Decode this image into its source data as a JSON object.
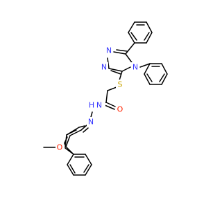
{
  "colors": {
    "bond": "#000000",
    "nitrogen": "#3333ff",
    "oxygen": "#ff2200",
    "sulfur": "#c8a400",
    "background": "#ffffff"
  },
  "atoms": {
    "n_triazole_1": "N",
    "n_triazole_2": "N",
    "n_triazole_4": "N",
    "sulfur": "S",
    "carbonyl_o": "O",
    "n_amide": "N",
    "h_amide": "H",
    "n_imine": "N",
    "methoxy_o": "O"
  }
}
